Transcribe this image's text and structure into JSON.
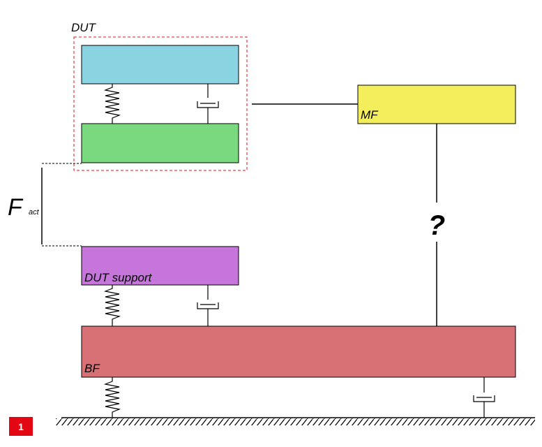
{
  "labels": {
    "dut": "DUT",
    "mf": "MF",
    "dut_support": "DUT support",
    "bf": "BF",
    "force_main": "F",
    "force_sub": "act",
    "unknown_link": "?",
    "figure_number": "1"
  },
  "colors": {
    "dut_upper_mass": "#8ad4e2",
    "dut_lower_mass": "#7ad97f",
    "mf_block": "#f4ee5c",
    "dut_support_block": "#c675db",
    "bf_block": "#d87176",
    "dut_boundary": "#e0141e",
    "badge": "#e30613",
    "lines": "#000000"
  }
}
